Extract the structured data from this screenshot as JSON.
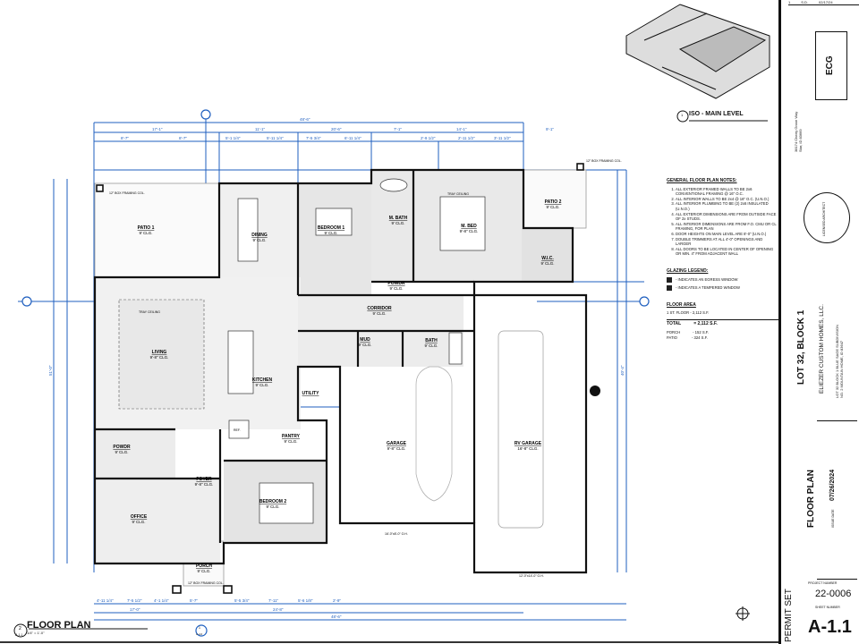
{
  "sheet": {
    "view_title": "FLOOR PLAN",
    "view_number": "2",
    "view_sheet_ref": "A-1.1",
    "view_scale": "1/4\" = 1'-0\"",
    "iso_title": "ISO - MAIN LEVEL",
    "iso_number": "1",
    "section_marker_number": "1",
    "section_marker_ref": "A-4.0"
  },
  "colors": {
    "dimension": "#1f5fbf",
    "wall": "#111111",
    "wall_fill": "#c9a26b"
  },
  "dimensions": {
    "overall_width": "48'-6\"",
    "top_segments": [
      "17'-1\"",
      "11'-1\"",
      "20'-6\"",
      "7'-1\"",
      "14'-1\"",
      "9'-1\""
    ],
    "top_sub_segments": [
      "8'-7\"",
      "8'-7\"",
      "5'-1 1/4\"",
      "5'-11 1/4\"",
      "7'-5 3/4\"",
      "6'-11 1/4\"",
      "2'-9 1/2\"",
      "2'-11 1/2\"",
      "3'-11 1/2\""
    ],
    "bottom_segments": [
      "4'-11 1/4\"",
      "7'-5 1/2\"",
      "4'-1 1/4\"",
      "5'-7\"",
      "5'-5 3/4\"",
      "7'-11\"",
      "5'-6 1/8\"",
      "2'-9\""
    ],
    "bottom_totals": [
      "17'-0\"",
      "24'-8\"",
      "48'-6\""
    ],
    "right_overall": "40'-4\"",
    "left_overall": "51'-0\""
  },
  "rooms": [
    {
      "name": "PATIO 1",
      "ceiling": "9' CLG."
    },
    {
      "name": "DINING",
      "ceiling": "9' CLG."
    },
    {
      "name": "BEDROOM 1",
      "ceiling": "9' CLG."
    },
    {
      "name": "M. BATH",
      "ceiling": "9' CLG."
    },
    {
      "name": "M. BED",
      "ceiling": "9'-8\" CLG."
    },
    {
      "name": "PATIO 2",
      "ceiling": "9' CLG."
    },
    {
      "name": "W.I.C.",
      "ceiling": "9' CLG."
    },
    {
      "name": "POWDR",
      "ceiling": "9' CLG."
    },
    {
      "name": "CORRIDOR",
      "ceiling": "9' CLG."
    },
    {
      "name": "LIVING",
      "ceiling": "9'-8\" CLG."
    },
    {
      "name": "KITCHEN",
      "ceiling": "9' CLG."
    },
    {
      "name": "MUD",
      "ceiling": "9' CLG."
    },
    {
      "name": "BATH",
      "ceiling": "9' CLG."
    },
    {
      "name": "UTILITY",
      "ceiling": ""
    },
    {
      "name": "PANTRY",
      "ceiling": "9' CLG."
    },
    {
      "name": "POWDR",
      "ceiling": "9' CLG."
    },
    {
      "name": "FOYER",
      "ceiling": "9'-8\" CLG."
    },
    {
      "name": "OFFICE",
      "ceiling": "9' CLG."
    },
    {
      "name": "BEDROOM 2",
      "ceiling": "9' CLG."
    },
    {
      "name": "PORCH",
      "ceiling": "9' CLG."
    },
    {
      "name": "GARAGE",
      "ceiling": "9'-8\" CLG."
    },
    {
      "name": "RV GARAGE",
      "ceiling": "16'-8\" CLG."
    }
  ],
  "annotations": {
    "tray_ceiling": "TRAY CEILING",
    "fridge": "REF.",
    "post": "12\" BOX FRAMING COL.",
    "garage_door_1": "16'-0\"x8'-0\" O.H.",
    "garage_door_2": "12'-0\"x14'-0\" O.H."
  },
  "notes": {
    "general_title": "GENERAL FLOOR PLAN NOTES:",
    "general": [
      "ALL EXTERIOR FRAMED WALLS TO BE 2x6 CONVENTIONAL FRAMING @ 16\" O.C.",
      "ALL INTERIOR WALLS TO BE 2x4 @ 16\" O.C. (U.N.O.)",
      "ALL INTERIOR PLUMBING TO BE (2) 2x6 INSULATED (U.N.O.)",
      "ALL EXTERIOR DIMENSIONS ARE FROM OUTSIDE FACE OF 2x STUDS.",
      "ALL INTERIOR DIMENSIONS ARE FROM F.O. CMU OR CL FRAMING, FOR PLAN",
      "DOOR HEIGHTS ON MAIN LEVEL ARE 8'-0\" (U.N.O.)",
      "DOUBLE TRIMMERS AT ALL 4'-0\" OPENINGS AND LARGER",
      "ALL DOORS TO BE LOCATED IN CENTER OF OPENING OR MIN. 4\" FROM ADJACENT WALL"
    ],
    "glazing_title": "GLAZING LEGEND:",
    "glazing": [
      "- INDICATES AN EGRESS WINDOW",
      "- INDICATES A TEMPERED WINDOW"
    ],
    "area_title": "FLOOR AREA",
    "area_first": "1 ST. FLOOR - 2,112 S.F.",
    "area_total_label": "TOTAL",
    "area_total": "= 2,112 S.F.",
    "area_porch": "PORCH",
    "area_porch_value": "- 152 S.F.",
    "area_patio": "PATIO",
    "area_patio_value": "- 324 S.F."
  },
  "title_block": {
    "revision_no": "1",
    "revision_by": "S.D.",
    "revision_date": "02/17/24",
    "firm_logo": "ECG",
    "firm_address": "38174 Cherry Grove Way Star, ID 83669",
    "project_name": "LOT 32, BLOCK 1",
    "client": "ELIEZER CUSTOM HOMES, LLC.",
    "project_address": "LOT 32 BLOCK 1 BLUE SAGE SUBDIVISION NO. 2 MOUNTAIN HOME, ID 83647",
    "sheet_title": "FLOOR PLAN",
    "issue_date_label": "ISSUE DATE",
    "issue_date": "07/26/2024",
    "project_number_label": "PROJECT NUMBER",
    "project_number": "22-0006",
    "sheet_number_label": "SHEET NUMBER",
    "sheet_number": "A-1.1",
    "set_name": "PERMIT SET",
    "seal_text": "LICENSED ARCHITECT"
  }
}
